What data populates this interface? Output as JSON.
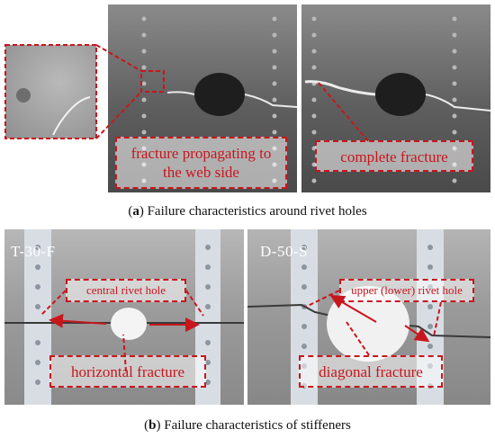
{
  "panel_a": {
    "callouts": {
      "propagating": [
        "fracture propagating to",
        "the web side"
      ],
      "complete": "complete fracture"
    },
    "caption": {
      "letter": "a",
      "text": "Failure characteristics around rivet holes"
    }
  },
  "panel_b": {
    "left_specimen_label": "T-30-F",
    "right_specimen_label": "D-50-S",
    "callouts": {
      "central_hole": "central rivet hole",
      "upper_lower_hole": "upper (lower) rivet hole",
      "horizontal": "horizontal fracture",
      "diagonal": "diagonal fracture"
    },
    "caption": {
      "letter": "b",
      "text": "Failure characteristics of stiffeners"
    }
  },
  "colors": {
    "annotation_red": "#c8161d"
  }
}
